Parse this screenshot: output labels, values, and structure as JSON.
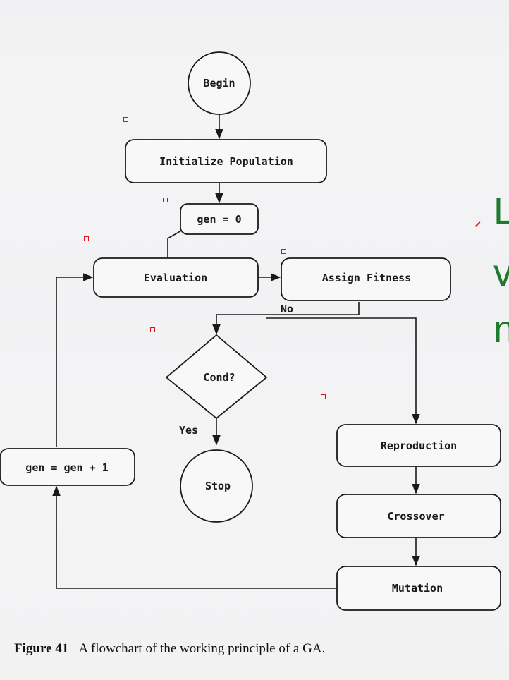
{
  "nodes": {
    "begin": "Begin",
    "init": "Initialize Population",
    "gen0": "gen = 0",
    "evaluation": "Evaluation",
    "assign_fitness": "Assign Fitness",
    "cond": "Cond?",
    "stop": "Stop",
    "reproduction": "Reproduction",
    "crossover": "Crossover",
    "mutation": "Mutation",
    "gen_inc": "gen = gen + 1"
  },
  "edges": {
    "no": "No",
    "yes": "Yes"
  },
  "overlay": {
    "line1": "L",
    "line2": "v",
    "line3": "n"
  },
  "caption": {
    "label": "Figure 41",
    "text": "A flowchart of the working principle of a GA."
  },
  "colors": {
    "ink": "#1a1a1a",
    "overlay_green": "#1f7a2e",
    "marker_red": "#dd1111"
  }
}
